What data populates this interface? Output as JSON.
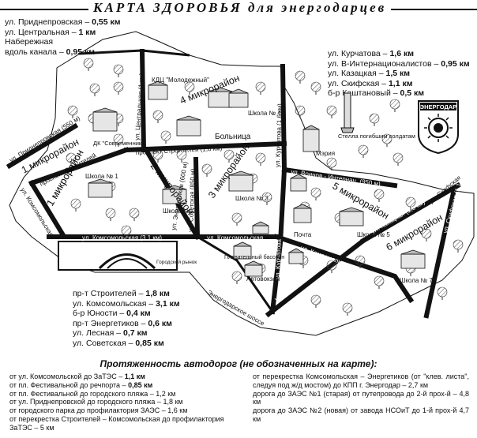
{
  "title": "КАРТА ЗДОРОВЬЯ для энергодарцев",
  "legend_top_left": [
    {
      "label": "ул. Приднепровская",
      "value": "0,55 км"
    },
    {
      "label": "ул. Центральная",
      "value": "1 км"
    },
    {
      "label": "Набережная",
      "value": ""
    },
    {
      "label": "вдоль канала",
      "value": "0,95 км"
    }
  ],
  "legend_top_right": [
    {
      "label": "ул. Курчатова",
      "value": "1,6 км"
    },
    {
      "label": "ул. В-Интернационалистов",
      "value": "0,95 км"
    },
    {
      "label": "ул. Казацкая",
      "value": "1,5 км"
    },
    {
      "label": "ул. Скифская",
      "value": "1,1 км"
    },
    {
      "label": "б-р Каштановый",
      "value": "0,5 км"
    }
  ],
  "legend_middle": [
    {
      "label": "пр-т Строителей",
      "value": "1,8 км"
    },
    {
      "label": "ул. Комсомольская",
      "value": "3,1 км"
    },
    {
      "label": "б-р Юности",
      "value": "0,4 км"
    },
    {
      "label": "пр-т Энергетиков",
      "value": "0,6 км"
    },
    {
      "label": "ул. Лесная",
      "value": "0,7 км"
    },
    {
      "label": "ул. Советская",
      "value": "0,85 км"
    }
  ],
  "map": {
    "districts": [
      "1 микрорайон",
      "2 микрорайон",
      "3 микрорайон",
      "4 микрорайон",
      "5 микрорайон",
      "6 микрорайон"
    ],
    "street_labels": {
      "pridneprovskaya": "ул. Приднепровская (550 м)",
      "stroiteley_diag": "проспект Строителей",
      "komsomolskaya_left": "ул. Комсомольская",
      "centralnaya": "ул. Центральная (1 км)",
      "energetikov": "ул. Энергетиков (600 м)",
      "stroiteley_main": "проспект Строителей (1,8 км)",
      "kurchatova_upper": "ул. Курчатова (1,6 км)",
      "sovetskaya": "ул. Советская (850 м)",
      "komsomolskaya_main": "ул. Комсомольская (3,1 км)",
      "komsomolskaya_mid": "ул. Комсомольская",
      "kurchatova_lower": "ул. Курчатова",
      "voinov": "ул. Воинов - Интернац. (950 м)",
      "kazatskaya_upper": "ул. Казацкая (1,5 км)",
      "skifskaya_top": "ул. Скифская",
      "skifskaya_right": "ул. Скифская (1,1 км)",
      "komsomolskaya_lower": "ул. Комсомольская",
      "kazatskaya_lower": "ул. Казацкая",
      "energodar_shosse": "Энергодарское шоссе"
    },
    "places": {
      "kdc": "КДЦ \"Молодежный\"",
      "dk": "ДК \"Современник\"",
      "school4": "Школа № 4",
      "bolnica": "Больница",
      "stela": "Стелла погибшим солдатам",
      "meriya": "Мэрия",
      "school1": "Школа № 1",
      "school2": "Школа № 2",
      "school3": "Школа № 3",
      "school5": "Школа № 5",
      "school7": "Школа № 7",
      "pochta": "Почта",
      "rynok": "Городской рынок",
      "basseyn": "Плавательный бассейн",
      "avtovokzal": "Автовокзал"
    },
    "emblem": "ЭНЕРГОДАР"
  },
  "subheading": "Протяженность автодорог (не обозначенных на карте):",
  "roads_left": [
    {
      "label": "от ул. Комсомольской до ЗаТЭС –",
      "value": "1,1 км",
      "bold": true
    },
    {
      "label": "от пл. Фестивальной до речпорта –",
      "value": "0,85 км",
      "bold": true
    },
    {
      "label": "от пл. Фестивальной до городского пляжа –",
      "value": "1,2 км",
      "bold": false
    },
    {
      "label": "от ул. Приднепровской до городского пляжа –",
      "value": "1,8 км",
      "bold": false
    },
    {
      "label": "от городского парка до профилактория ЗАЭС –",
      "value": "1,6 км",
      "bold": false
    },
    {
      "label": "от перекрестка Строителей – Комсомольская до профилактория ЗаТЭС –",
      "value": "5 км",
      "bold": false
    }
  ],
  "roads_right": [
    {
      "text": "от перекрестка Комсомольская – Энергетиков (от \"клев. листа\", следуя под ж/д мостом) до КПП г. Энергодар – 2,7 км"
    },
    {
      "text": "дорога до ЗАЭС №1 (старая) от путепровода до 2-й прох-й – 4,8 км"
    },
    {
      "text": "дорога до ЗАЭС №2 (новая) от завода НСОиТ до 1-й прох-й 4,7 км"
    }
  ]
}
